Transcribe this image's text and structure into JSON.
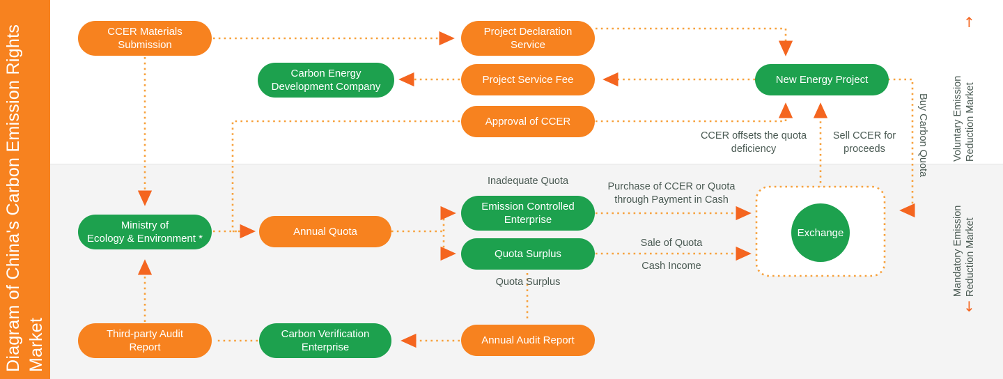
{
  "sidebar": {
    "title": "Diagram of China's Carbon Emission Rights Market",
    "bg_color": "#f7821f"
  },
  "palette": {
    "orange": "#f7821f",
    "green": "#1da14e",
    "arrow": "#f4651f",
    "dotted": "#f7a13c",
    "band_top": "#ffffff",
    "band_bottom": "#f4f4f4",
    "label_text": "#4a5a53"
  },
  "markets": {
    "voluntary": {
      "label": "Voluntary Emission Reduction Market",
      "arrow": "up-arrow-icon",
      "arrow_glyph": "↑"
    },
    "mandatory": {
      "label": "Mandatory Emission Reduction Market",
      "arrow": "down-arrow-icon",
      "arrow_glyph": "↓"
    }
  },
  "nodes": [
    {
      "id": "ccer-materials-submission",
      "label": "CCER Materials\nSubmission",
      "color": "orange"
    },
    {
      "id": "project-declaration-service",
      "label": "Project Declaration\nService",
      "color": "orange"
    },
    {
      "id": "carbon-energy-development-company",
      "label": "Carbon Energy\nDevelopment Company",
      "color": "green"
    },
    {
      "id": "project-service-fee",
      "label": "Project Service Fee",
      "color": "orange"
    },
    {
      "id": "approval-of-ccer",
      "label": "Approval of CCER",
      "color": "orange"
    },
    {
      "id": "new-energy-project",
      "label": "New Energy Project",
      "color": "green"
    },
    {
      "id": "ministry-of-ecology-environment",
      "label": "Ministry of\nEcology & Environment *",
      "color": "green"
    },
    {
      "id": "annual-quota",
      "label": "Annual Quota",
      "color": "orange"
    },
    {
      "id": "emission-controlled-enterprise",
      "label": "Emission Controlled\nEnterprise",
      "color": "green"
    },
    {
      "id": "quota-surplus",
      "label": "Quota Surplus",
      "color": "green"
    },
    {
      "id": "exchange",
      "label": "Exchange",
      "color": "green"
    },
    {
      "id": "third-party-audit-report",
      "label": "Third-party Audit\nReport",
      "color": "orange"
    },
    {
      "id": "carbon-verification-enterprise",
      "label": "Carbon Verification\nEnterprise",
      "color": "green"
    },
    {
      "id": "annual-audit-report",
      "label": "Annual Audit Report",
      "color": "orange"
    }
  ],
  "edge_labels": {
    "ccer_offsets": "CCER offsets the quota\ndeficiency",
    "sell_ccer": "Sell CCER for\nproceeds",
    "buy_carbon_quota": "Buy Carbon Quota",
    "inadequate_quota": "Inadequate Quota",
    "quota_surplus_lower": "Quota Surplus",
    "purchase_ccer": "Purchase of CCER or Quota\nthrough Payment in Cash",
    "sale_of_quota": "Sale of Quota",
    "cash_income": "Cash Income"
  }
}
